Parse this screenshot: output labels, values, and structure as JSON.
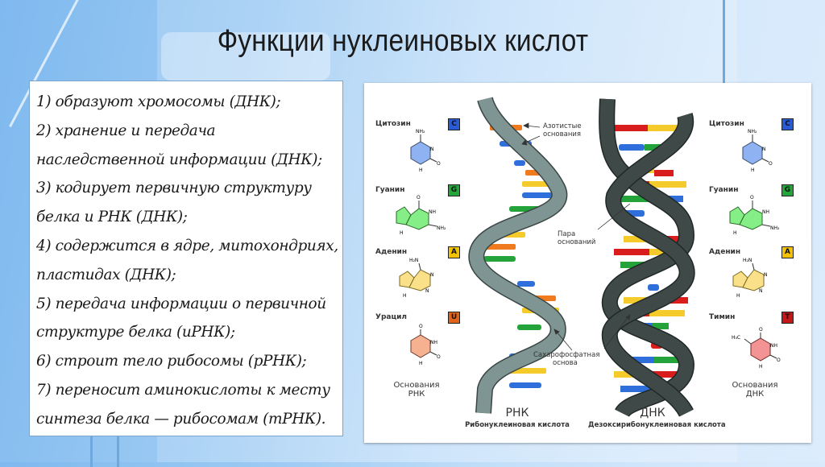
{
  "slide": {
    "title": "Функции нуклеиновых кислот"
  },
  "functions": {
    "lines": [
      "1) образуют хромосомы (ДНК);",
      "2) хранение и передача",
      "наследственной информации (ДНК);",
      "3) кодирует первичную структуру",
      "белка и РНК (ДНК);",
      "4) содержится в ядре, митохондриях,",
      "пластидах (ДНК);",
      "5) передача информации о первичной",
      "структуре белка (иРНК);",
      "6) строит тело рибосомы (рРНК);",
      "7) переносит аминокислоты к месту",
      "синтеза белка — рибосомам (тРНК)."
    ]
  },
  "diagram": {
    "rna_bases": [
      {
        "name": "Цитозин",
        "letter": "C",
        "color": "#2a5bd7",
        "fill": "#8fb3f2"
      },
      {
        "name": "Гуанин",
        "letter": "G",
        "color": "#22a53a",
        "fill": "#86ee86"
      },
      {
        "name": "Аденин",
        "letter": "A",
        "color": "#f2c200",
        "fill": "#fbe08a"
      },
      {
        "name": "Урацил",
        "letter": "U",
        "color": "#e0631c",
        "fill": "#f6b191"
      }
    ],
    "dna_bases": [
      {
        "name": "Цитозин",
        "letter": "C",
        "color": "#2a5bd7",
        "fill": "#8fb3f2"
      },
      {
        "name": "Гуанин",
        "letter": "G",
        "color": "#22a53a",
        "fill": "#86ee86"
      },
      {
        "name": "Аденин",
        "letter": "A",
        "color": "#f2c200",
        "fill": "#fbe08a"
      },
      {
        "name": "Тимин",
        "letter": "T",
        "color": "#c41818",
        "fill": "#f39393"
      }
    ],
    "rna_bases_caption": [
      "Основания",
      "РНК"
    ],
    "dna_bases_caption": [
      "Основания",
      "ДНК"
    ],
    "annotations": {
      "nitrogen_bases": [
        "Азотистые",
        "основания"
      ],
      "base_pair": [
        "Пара",
        "оснований"
      ],
      "sugar_phosphate": [
        "Сахарофосфатная",
        "основа"
      ]
    },
    "rna_label": "РНК",
    "rna_full": "Рибонуклеиновая кислота",
    "dna_label": "ДНК",
    "dna_full": "Дезоксирибонуклеиновая кислота",
    "chem_labels": {
      "nh2": "NH₂",
      "h2n": "H₂N",
      "h3c": "H₃C",
      "n": "N",
      "nh": "NH",
      "h": "H",
      "o": "O"
    },
    "colors": {
      "rna_backbone": "#7f9593",
      "dna_backbone": "#3f4a48",
      "orange": "#f07a1e",
      "blue": "#2f6fdc",
      "yellow": "#f4cb2a",
      "green": "#24a33a",
      "red": "#d91c1c"
    }
  }
}
